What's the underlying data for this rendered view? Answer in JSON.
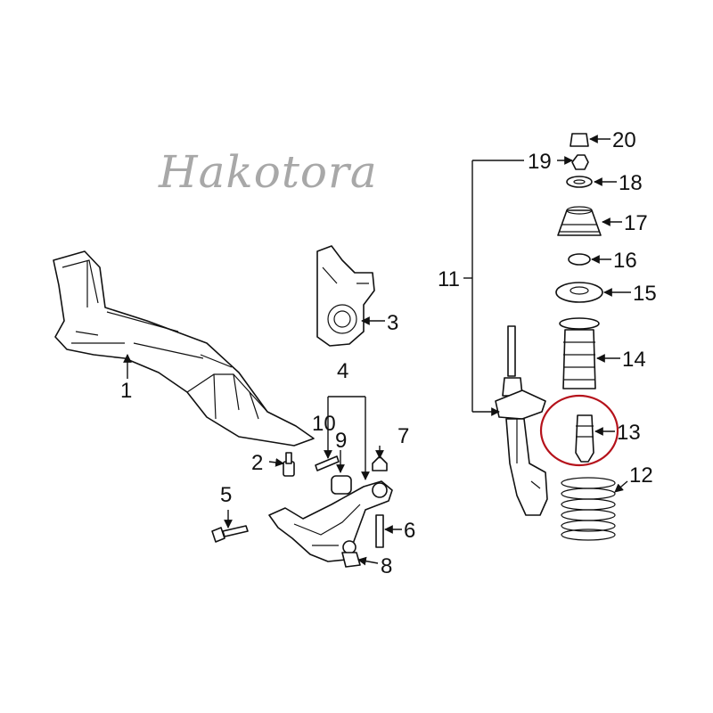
{
  "watermark": "Hakotora",
  "callouts": {
    "c1": "1",
    "c2": "2",
    "c3": "3",
    "c4": "4",
    "c5": "5",
    "c6": "6",
    "c7": "7",
    "c8": "8",
    "c9": "9",
    "c10": "10",
    "c11": "11",
    "c12": "12",
    "c13": "13",
    "c14": "14",
    "c15": "15",
    "c16": "16",
    "c17": "17",
    "c18": "18",
    "c19": "19",
    "c20": "20"
  },
  "highlight": {
    "part": "13",
    "color": "#b5121b"
  },
  "colors": {
    "line": "#111111",
    "watermark": "#a8a8a8"
  }
}
